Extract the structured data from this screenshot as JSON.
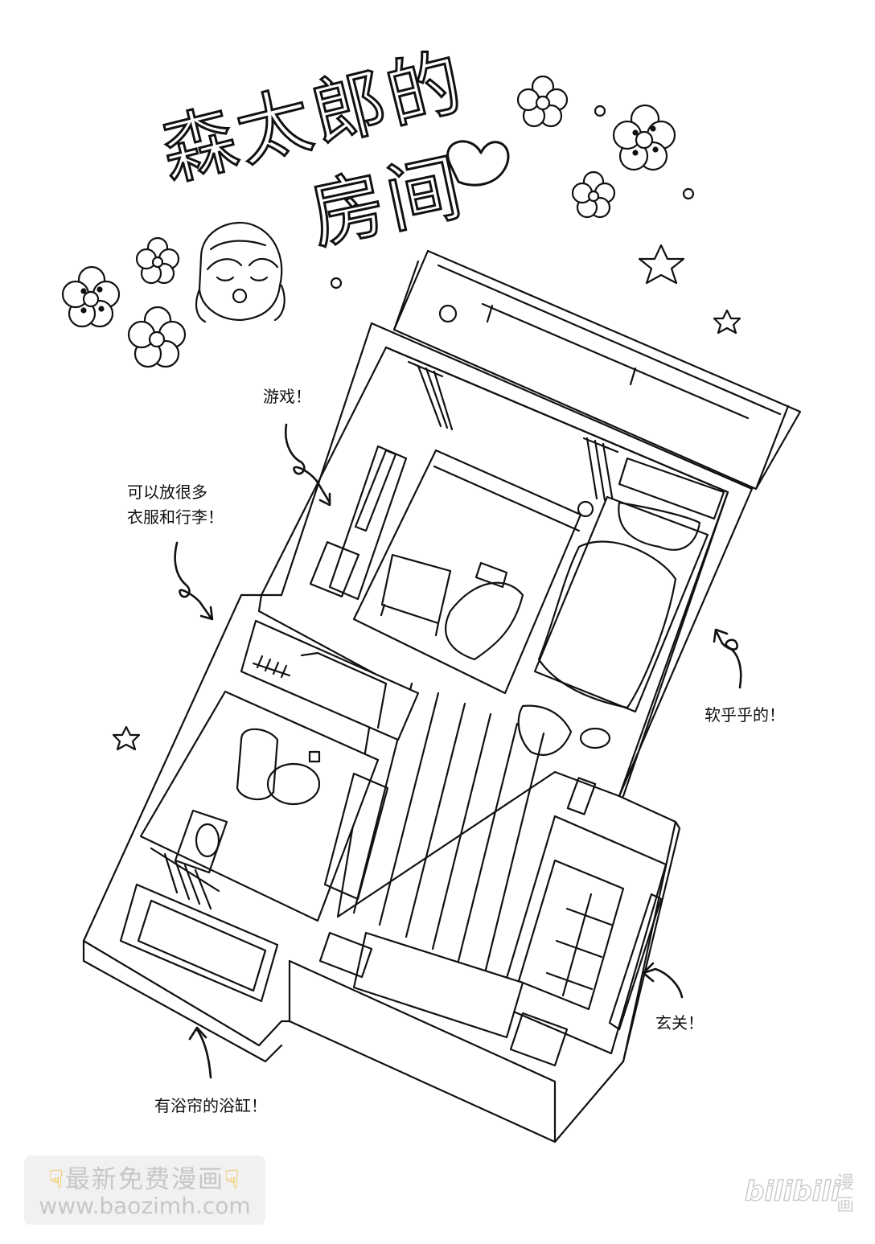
{
  "title": {
    "line1": "森太郎的",
    "line2": "房间"
  },
  "notes": {
    "game": "游戏！",
    "clothes_line1": "可以放很多",
    "clothes_line2": "衣服和行李！",
    "bed": "软乎乎的！",
    "entrance": "玄关！",
    "bathtub": "有浴帘的浴缸！"
  },
  "watermark": {
    "line1": "最新免费漫画",
    "line2": "www.baozimh.com",
    "pointer_icon": "hand-pointing-down-icon"
  },
  "logo": {
    "text": "bilibili",
    "label": "漫画"
  },
  "colors": {
    "ink": "#111111",
    "paper": "#ffffff",
    "watermark_bg": "#f1f1f1",
    "watermark_text": "#c7c7c7",
    "pointer": "#f2b61e"
  }
}
